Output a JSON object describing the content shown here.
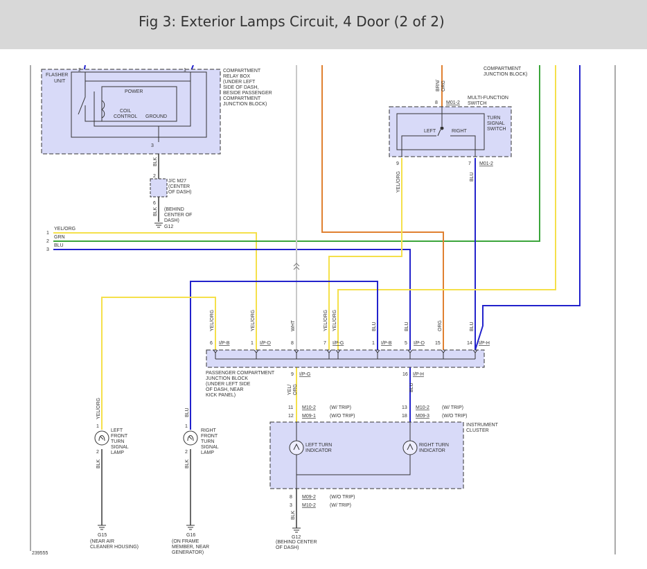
{
  "title": "Fig 3: Exterior Lamps Circuit, 4 Door (2 of 2)",
  "colors": {
    "yellow": "#f5e04a",
    "green": "#3aa53a",
    "blue": "#2222cc",
    "orange": "#e08030",
    "white_wire": "#c8c8c8",
    "black_wire": "#444444",
    "box_fill": "#d8daf8",
    "header_bg": "#d8d8d8"
  },
  "relay": {
    "name": "FLASHER\nUNIT",
    "pin_left": "2",
    "pin_right": "1",
    "pin_bottom": "3",
    "power": "POWER",
    "coil_control": "COIL\nCONTROL",
    "ground": "GROUND",
    "location": "COMPARTMENT\nRELAY BOX\n(UNDER LEFT\nSIDE OF DASH,\nBESIDE PASSENGER\nCOMPARTMENT\nJUNCTION BLOCK)"
  },
  "jc_m27": {
    "wire_top": "BLK",
    "pin_top": "2",
    "label": "J/C M27\n(CENTER\nOF DASH)",
    "pin_bottom": "6",
    "wire_bottom": "BLK",
    "location": "(BEHIND\nCENTER OF\nDASH)",
    "ground": "G12"
  },
  "bus_wires": [
    {
      "num": "1",
      "color": "YEL/ORG"
    },
    {
      "num": "2",
      "color": "GRN"
    },
    {
      "num": "3",
      "color": "BLU"
    }
  ],
  "top_right_note": "COMPARTMENT\nJUNCTION BLOCK)",
  "mfs": {
    "wire_top": "BRN/\nORG",
    "pin_top": "8",
    "conn_top": "M01-2",
    "name": "MULTI-FUNCTION\nSWITCH",
    "inner_name": "TURN\nSIGNAL\nSWITCH",
    "left": "LEFT",
    "right": "RIGHT",
    "pin_left": "9",
    "pin_right": "7",
    "conn_bottom": "M01-2",
    "wire_left": "YEL/ORG",
    "wire_right": "BLU"
  },
  "pjb": {
    "top_pins": [
      {
        "wire": "YEL/ORG",
        "pin": "6",
        "conn": "I/P-B"
      },
      {
        "wire": "YEL/ORG",
        "pin": "1",
        "conn": "I/P-D"
      },
      {
        "wire": "WHT",
        "pin": "8",
        "conn": ""
      },
      {
        "wire": "YEL/ORG",
        "pin": "7",
        "conn": "I/P-G"
      },
      {
        "wire": "YEL/ORG",
        "pin": "",
        "conn": ""
      },
      {
        "wire": "BLU",
        "pin": "1",
        "conn": "I/P-B"
      },
      {
        "wire": "BLU",
        "pin": "5",
        "conn": "I/P-D"
      },
      {
        "wire": "ORG",
        "pin": "15",
        "conn": ""
      },
      {
        "wire": "BLU",
        "pin": "14",
        "conn": "I/P-H"
      }
    ],
    "bottom_left": {
      "pin": "9",
      "conn": "I/P-G",
      "wire": "YEL/\nORG"
    },
    "bottom_right": {
      "pin": "16",
      "conn": "I/P-H",
      "wire": "BLU"
    },
    "label": "PASSENGER COMPARTMENT\nJUNCTION BLOCK\n(UNDER LEFT SIDE\nOF DASH, NEAR\nKICK PANEL)"
  },
  "cluster": {
    "name": "INSTRUMENT\nCLUSTER",
    "left_indicator": "LEFT TURN\nINDICATOR",
    "right_indicator": "RIGHT TURN\nINDICATOR",
    "top_left_pins": [
      {
        "pin": "11",
        "conn": "M10-2",
        "note": "(W/ TRIP)"
      },
      {
        "pin": "12",
        "conn": "M09-1",
        "note": "(W/O TRIP)"
      }
    ],
    "top_right_pins": [
      {
        "pin": "13",
        "conn": "M10-2",
        "note": "(W/ TRIP)"
      },
      {
        "pin": "18",
        "conn": "M09-3",
        "note": "(W/O TRIP)"
      }
    ],
    "bottom_pins": [
      {
        "pin": "8",
        "conn": "M09-2",
        "note": "(W/O TRIP)"
      },
      {
        "pin": "3",
        "conn": "M10-2",
        "note": "(W/ TRIP)"
      }
    ],
    "wire_bottom": "BLK",
    "ground": "G12",
    "ground_location": "(BEHIND CENTER\nOF DASH)"
  },
  "left_lamp": {
    "wire_top": "YEL/ORG",
    "pin_top": "1",
    "label": "LEFT\nFRONT\nTURN\nSIGNAL\nLAMP",
    "pin_bottom": "2",
    "wire_bottom": "BLK",
    "ground": "G15",
    "ground_location": "(NEAR AIR\nCLEANER HOUSING)"
  },
  "right_lamp": {
    "wire_top": "BLU",
    "pin_top": "1",
    "label": "RIGHT\nFRONT\nTURN\nSIGNAL\nLAMP",
    "pin_bottom": "2",
    "wire_bottom": "BLK",
    "ground": "G16",
    "ground_location": "(ON FRAME\nMEMBER, NEAR\nGENERATOR)"
  },
  "figure_id": "239555"
}
